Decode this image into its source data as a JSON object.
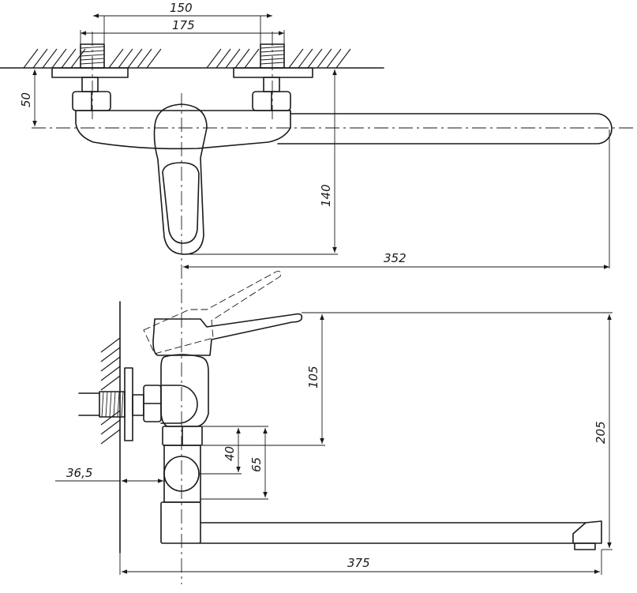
{
  "dimensions": {
    "d150": "150",
    "d175": "175",
    "d50": "50",
    "d140": "140",
    "d352": "352",
    "d105": "105",
    "d205": "205",
    "d40": "40",
    "d65": "65",
    "d36_5": "36,5",
    "d375": "375"
  }
}
